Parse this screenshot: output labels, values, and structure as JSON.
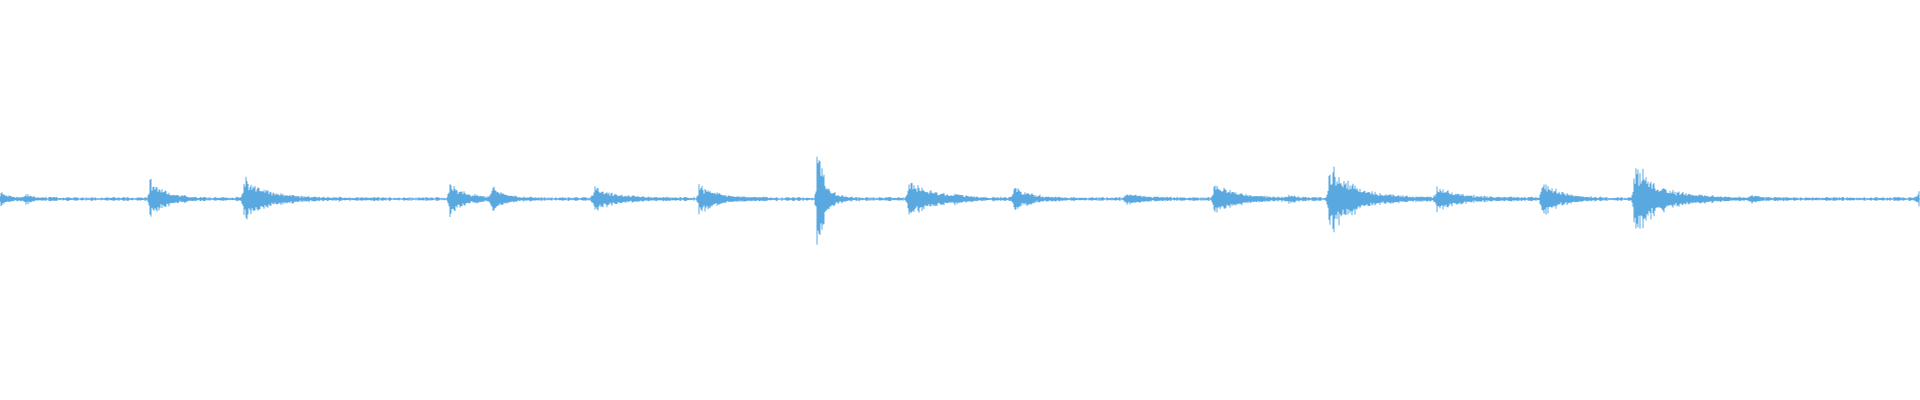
{
  "waveform": {
    "color": "#5aa8e0",
    "background": "#ffffff",
    "baseline_noise": 0.012,
    "events": [
      {
        "t": 0.0005,
        "amp": 0.05,
        "decay": 0.004
      },
      {
        "t": 0.013,
        "amp": 0.035,
        "decay": 0.004
      },
      {
        "t": 0.078,
        "amp": 0.15,
        "decay": 0.008
      },
      {
        "t": 0.127,
        "amp": 0.18,
        "decay": 0.012
      },
      {
        "t": 0.234,
        "amp": 0.13,
        "decay": 0.008
      },
      {
        "t": 0.256,
        "amp": 0.1,
        "decay": 0.006
      },
      {
        "t": 0.309,
        "amp": 0.1,
        "decay": 0.01
      },
      {
        "t": 0.364,
        "amp": 0.11,
        "decay": 0.01
      },
      {
        "t": 0.4255,
        "amp": 0.46,
        "decay": 0.004
      },
      {
        "t": 0.473,
        "amp": 0.17,
        "decay": 0.012
      },
      {
        "t": 0.497,
        "amp": 0.03,
        "decay": 0.003
      },
      {
        "t": 0.528,
        "amp": 0.1,
        "decay": 0.008
      },
      {
        "t": 0.586,
        "amp": 0.04,
        "decay": 0.01
      },
      {
        "t": 0.632,
        "amp": 0.13,
        "decay": 0.012
      },
      {
        "t": 0.671,
        "amp": 0.03,
        "decay": 0.003
      },
      {
        "t": 0.692,
        "amp": 0.28,
        "decay": 0.014
      },
      {
        "t": 0.748,
        "amp": 0.09,
        "decay": 0.012
      },
      {
        "t": 0.803,
        "amp": 0.18,
        "decay": 0.008
      },
      {
        "t": 0.851,
        "amp": 0.29,
        "decay": 0.014
      },
      {
        "t": 0.912,
        "amp": 0.04,
        "decay": 0.003
      },
      {
        "t": 0.999,
        "amp": 0.06,
        "decay": 0.003
      }
    ]
  }
}
